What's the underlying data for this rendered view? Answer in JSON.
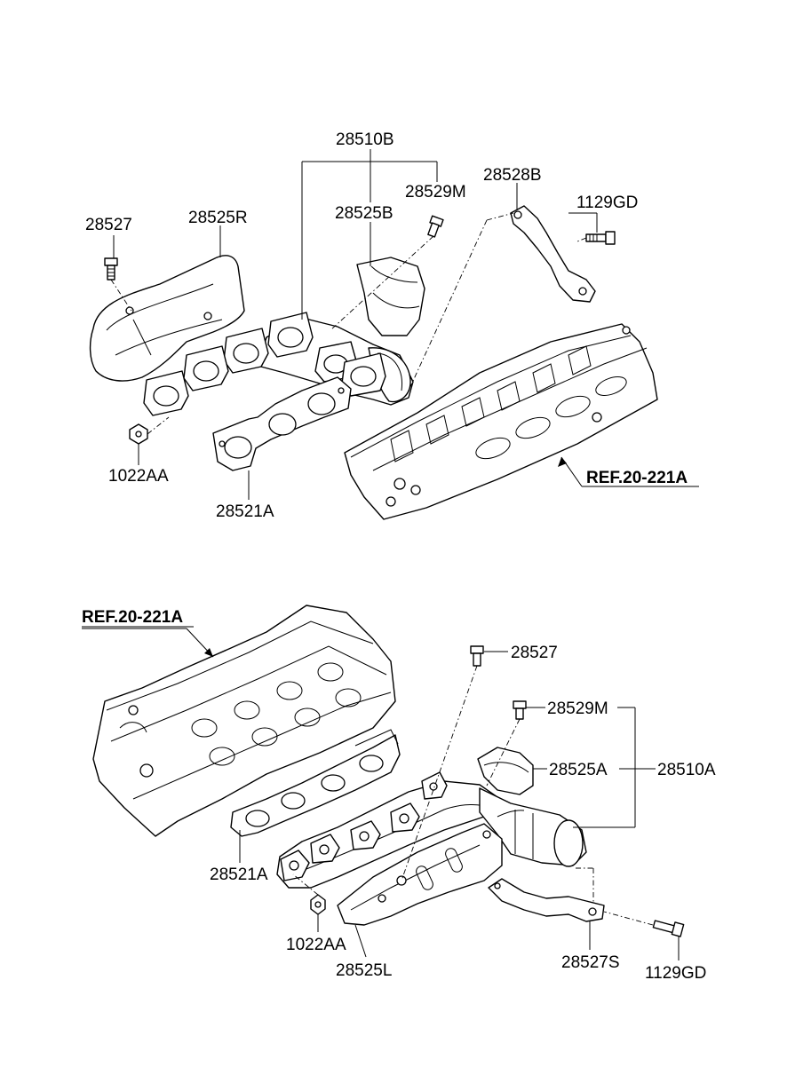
{
  "diagram": {
    "top": {
      "labels": {
        "assy": "28510B",
        "bolt_m": "28529M",
        "bracket": "28528B",
        "bolt": "28527",
        "shield_r": "28525R",
        "shield_b": "28525B",
        "bolt_gd": "1129GD",
        "nut": "1022AA",
        "gasket": "28521A",
        "ref": "REF.20-221A"
      }
    },
    "bottom": {
      "labels": {
        "ref": "REF.20-221A",
        "bolt": "28527",
        "bolt_m": "28529M",
        "shield_a": "28525A",
        "assy": "28510A",
        "gasket": "28521A",
        "nut": "1022AA",
        "shield_l": "28525L",
        "bracket": "28527S",
        "bolt_gd": "1129GD"
      }
    }
  }
}
